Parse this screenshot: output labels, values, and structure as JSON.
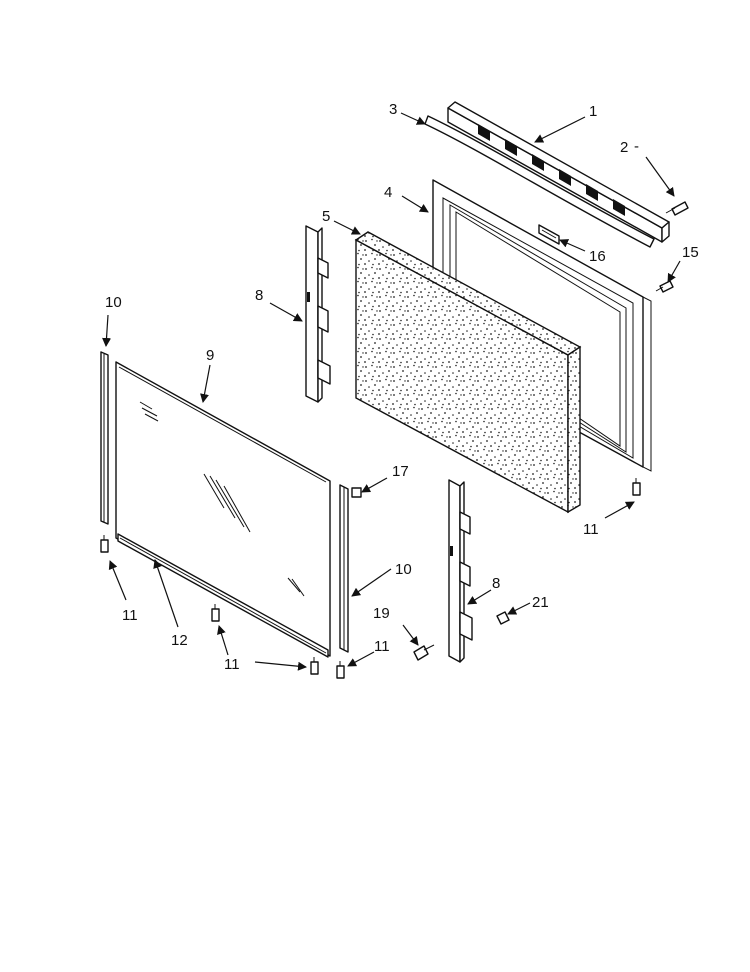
{
  "callouts": [
    {
      "id": "c1",
      "text": "1"
    },
    {
      "id": "c2",
      "text": "2"
    },
    {
      "id": "c2dash",
      "text": "-"
    },
    {
      "id": "c3",
      "text": "3"
    },
    {
      "id": "c4",
      "text": "4"
    },
    {
      "id": "c5",
      "text": "5"
    },
    {
      "id": "c16",
      "text": "16"
    },
    {
      "id": "c15",
      "text": "15"
    },
    {
      "id": "c8a",
      "text": "8"
    },
    {
      "id": "c10a",
      "text": "10"
    },
    {
      "id": "c9",
      "text": "9"
    },
    {
      "id": "c17",
      "text": "17"
    },
    {
      "id": "c11a",
      "text": "11"
    },
    {
      "id": "c10b",
      "text": "10"
    },
    {
      "id": "c8b",
      "text": "8"
    },
    {
      "id": "c21",
      "text": "21"
    },
    {
      "id": "c19",
      "text": "19"
    },
    {
      "id": "c11b",
      "text": "11"
    },
    {
      "id": "c11c",
      "text": "11"
    },
    {
      "id": "c12",
      "text": "12"
    },
    {
      "id": "c11d",
      "text": "11"
    }
  ]
}
